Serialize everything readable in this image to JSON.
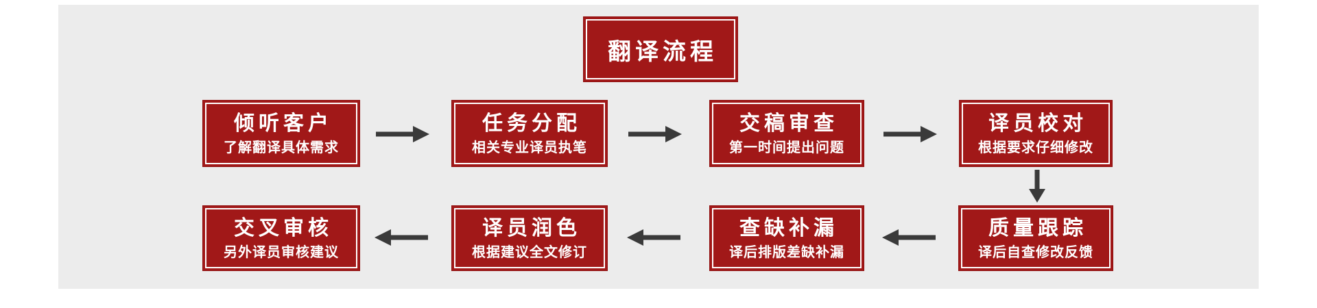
{
  "page": {
    "background": "#ffffff",
    "panel_color": "#ececec"
  },
  "colors": {
    "box_fill": "#a11818",
    "box_outer_border": "#8f0f0f",
    "box_inner_border": "#ffffff",
    "text": "#ffffff",
    "arrow": "#3a3a3a"
  },
  "title_box": {
    "label": "翻译流程"
  },
  "flow": {
    "top_row": [
      {
        "title": "倾听客户",
        "subtitle": "了解翻译具体需求"
      },
      {
        "title": "任务分配",
        "subtitle": "相关专业译员执笔"
      },
      {
        "title": "交稿审查",
        "subtitle": "第一时间提出问题"
      },
      {
        "title": "译员校对",
        "subtitle": "根据要求仔细修改"
      }
    ],
    "bottom_row": [
      {
        "title": "交叉审核",
        "subtitle": "另外译员审核建议"
      },
      {
        "title": "译员润色",
        "subtitle": "根据建议全文修订"
      },
      {
        "title": "查缺补漏",
        "subtitle": "译后排版差缺补漏"
      },
      {
        "title": "质量跟踪",
        "subtitle": "译后自查修改反馈"
      }
    ],
    "connections": [
      {
        "from": "倾听客户",
        "to": "任务分配",
        "direction": "right"
      },
      {
        "from": "任务分配",
        "to": "交稿审查",
        "direction": "right"
      },
      {
        "from": "交稿审查",
        "to": "译员校对",
        "direction": "right"
      },
      {
        "from": "译员校对",
        "to": "质量跟踪",
        "direction": "down"
      },
      {
        "from": "质量跟踪",
        "to": "查缺补漏",
        "direction": "left"
      },
      {
        "from": "查缺补漏",
        "to": "译员润色",
        "direction": "left"
      },
      {
        "from": "译员润色",
        "to": "交叉审核",
        "direction": "left"
      }
    ]
  }
}
